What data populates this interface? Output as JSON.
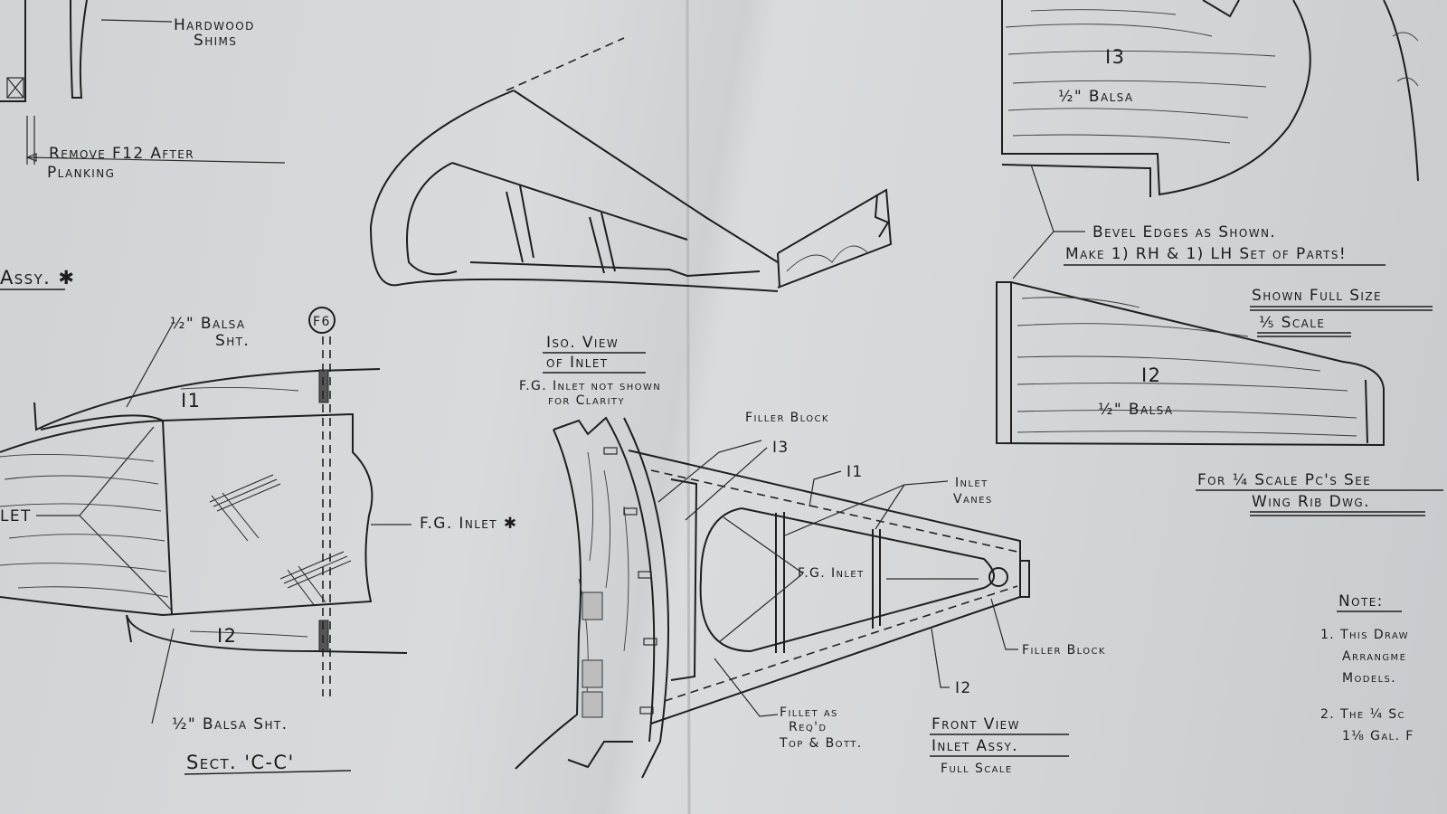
{
  "labels": {
    "hardwood_1": "Hardwood",
    "hardwood_2": "Shims",
    "remove_1": "Remove F12 After",
    "remove_2": "Planking",
    "assy": "Assy. ✱",
    "balsa_sht_top_1": "½\" Balsa",
    "balsa_sht_top_2": "Sht.",
    "f6": "F6",
    "i1_sect": "I1",
    "i2_sect": "I2",
    "inlet_left": "LET",
    "fg_inlet_star": "F.G. Inlet ✱",
    "balsa_sht_bottom": "½\" Balsa Sht.",
    "sect_cc": "Sect. 'C-C'",
    "iso_1": "Iso. View",
    "iso_2": "of Inlet",
    "iso_note_1": "F.G. Inlet not shown",
    "iso_note_2": "for Clarity",
    "filler_block_top": "Filler Block",
    "i3_callout": "I3",
    "i1_callout": "I1",
    "inlet_vanes_1": "Inlet",
    "inlet_vanes_2": "Vanes",
    "fg_inlet_front": "F.G. Inlet",
    "filler_block_bottom": "Filler Block",
    "i2_callout": "I2",
    "fillet_1": "Fillet as",
    "fillet_2": "Req'd",
    "fillet_3": "Top & Bott.",
    "front_view_1": "Front View",
    "front_view_2": "Inlet Assy.",
    "front_view_3": "Full Scale",
    "i3_part": "I3",
    "i3_balsa": "½\" Balsa",
    "bevel_1": "Bevel Edges as Shown.",
    "bevel_2": "Make 1) RH & 1) LH Set of Parts!",
    "shown_full": "Shown Full Size",
    "fifth_scale": "⅕ Scale",
    "i2_part": "I2",
    "i2_balsa": "½\" Balsa",
    "quarter_1": "For ¼ Scale Pc's See",
    "quarter_2": "Wing Rib Dwg.",
    "note_title": "Note:",
    "note_1a": "1. This Draw",
    "note_1b": "Arrangme",
    "note_1c": "Models.",
    "note_2a": "2. The ¼ Sc",
    "note_2b": "1⅛ Gal. F"
  }
}
